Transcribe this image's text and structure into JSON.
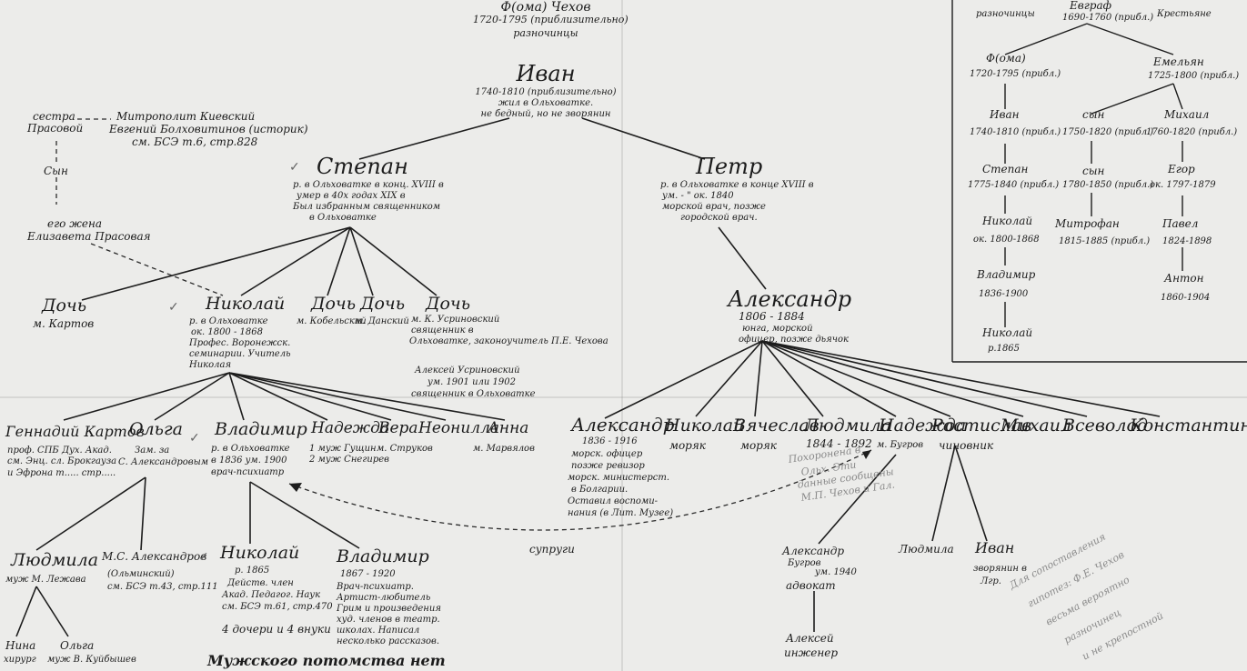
{
  "top": {
    "ancestor_name": "Ф(ома) Чехов",
    "ancestor_dates": "1720-1795 (приблизительно)",
    "ancestor_class": "разночинцы",
    "ivan_name": "Иван",
    "ivan_note": [
      "1740-1810 (приблизительно)",
      "жил в Ольховатке.",
      "не бедный, но не зворянин"
    ]
  },
  "left_note": {
    "sestra": [
      "сестра",
      "Прасовой"
    ],
    "metropolit": [
      "Митрополит Киевский",
      "Евгений Болховитинов (историк)",
      "см. БСЭ т.6, стр.828"
    ],
    "son": "Сын",
    "wife": [
      "его жена",
      "Елизавета Прасовая"
    ]
  },
  "stepan": {
    "name": "Степан",
    "note": [
      "р. в Ольховатке в конц. XVIII в",
      "умер в 40х годах XIX в",
      "Был избранным священником",
      "в Ольховатке"
    ]
  },
  "petr": {
    "name": "Петр",
    "note": [
      "р. в Ольховатке в конце XVIII в",
      "ум. -      \"      ок. 1840",
      "морской врач, позже",
      "городской врач."
    ]
  },
  "gen3_left": [
    {
      "name": "Дочь",
      "note": [
        "м. Картов"
      ]
    },
    {
      "name": "Николай",
      "note": [
        "р. в Ольховатке",
        "ок. 1800 - 1868",
        "Профес. Воронежск.",
        "семинарии. Учитель",
        "Николая"
      ]
    },
    {
      "name": "Дочь",
      "note": [
        "м. Кобельский"
      ]
    },
    {
      "name": "Дочь",
      "note": [
        "м. Данский"
      ]
    },
    {
      "name": "Дочь",
      "note": [
        "м. К. Усриновский",
        "священник в",
        "Ольховатке, законоучитель П.Е. Чехова"
      ]
    }
  ],
  "alexei_usr": [
    "Алексей Усриновский",
    "ум. 1901 или 1902",
    "священник в Ольховатке"
  ],
  "alexander_sr": {
    "name": "Александр",
    "note": [
      "1806 - 1884",
      "юнга, морской",
      "офицер, позже дьячок"
    ]
  },
  "nikolai_children": [
    {
      "name": "Геннадий Картов",
      "note": [
        "проф. СПБ Дух. Акад.",
        "см. Энц. сл. Брокгауза",
        "и Эфрона т..... стр....."
      ]
    },
    {
      "name": "Ольга",
      "note": [
        "Зам. за",
        "С. Александровым"
      ]
    },
    {
      "name": "Владимир",
      "note": [
        "р. в Ольховатке",
        "в 1836 ум. 1900",
        "врач-психиатр"
      ]
    },
    {
      "name": "Надежда",
      "note": [
        "1 муж Гущин",
        "2 муж Снегирев"
      ]
    },
    {
      "name": "Вера",
      "note": [
        "м. Струков"
      ]
    },
    {
      "name": "Неонилла",
      "note": []
    },
    {
      "name": "Анна",
      "note": [
        "м. Марвялов"
      ]
    }
  ],
  "alexander_children": [
    {
      "name": "Александр",
      "note": [
        "1836 - 1916",
        "морск. офицер",
        "позже ревизор",
        "морск. министерст.",
        "в Болгарии.",
        "Оставил воспоми-",
        "нания (в Лит. Музее)"
      ]
    },
    {
      "name": "Николай",
      "note": [
        "моряк"
      ]
    },
    {
      "name": "Вячеслав",
      "note": [
        "моряк"
      ]
    },
    {
      "name": "Людмила",
      "note": [
        "1844 - 1892"
      ]
    },
    {
      "name": "Надежда",
      "note": [
        "м. Бугров"
      ]
    },
    {
      "name": "Ростислав",
      "note": [
        "чиновник"
      ]
    },
    {
      "name": "Михаил",
      "note": []
    },
    {
      "name": "Всеволод",
      "note": []
    },
    {
      "name": "Константин",
      "note": []
    }
  ],
  "spouses_label": "супруги",
  "pencil_note": [
    "Похоронена в",
    "Ольх. Эти",
    "данные сообщены",
    "М.П. Чехов и Гал."
  ],
  "olga_children": [
    {
      "name": "Людмила",
      "note": [
        "муж М. Лежава"
      ]
    },
    {
      "name": "М.С. Александров",
      "note": [
        "(Ольминский)",
        "см. БСЭ т.43, стр.111"
      ]
    }
  ],
  "vladimir_children": [
    {
      "name": "Николай",
      "note": [
        "р. 1865",
        "Действ. член",
        "Акад. Педагог. Наук",
        "см. БСЭ т.61, стр.470",
        "4 дочери и 4 внуки"
      ]
    },
    {
      "name": "Владимир",
      "note": [
        "1867 - 1920",
        "Врач-психиатр.",
        "Артист-любитель",
        "Грим и произведения",
        "худ. членов в театр.",
        "школах. Написал",
        "несколько рассказов."
      ]
    }
  ],
  "ludmila_children": [
    {
      "name": "Нина",
      "note": [
        "хирург"
      ]
    },
    {
      "name": "Ольга",
      "note": [
        "муж В. Куйбышев"
      ]
    }
  ],
  "bottom_line": "Мужского потомства нет",
  "nadezhda_child": {
    "name": "Александр",
    "note": [
      "Бугров",
      "ум. 1940",
      "адвокат"
    ]
  },
  "alexei_eng": [
    "Алексей",
    "инженер"
  ],
  "rostislav_children": [
    {
      "name": "Людмила",
      "note": []
    },
    {
      "name": "Иван",
      "note": [
        "зворянин в",
        "Лгр."
      ]
    }
  ],
  "diag_note": [
    "Для сопоставления",
    "гипотез: Ф.Е. Чехов",
    "весьма вероятно",
    "разночинец",
    "и не крепостной"
  ],
  "inset": {
    "top_name": "Евграф",
    "top_dates": "1690-1760 (прибл.)",
    "left_label": "разночинцы",
    "right_label": "Крестьяне",
    "left_col": [
      {
        "name": "Ф(ома)",
        "dates": "1720-1795 (прибл.)"
      },
      {
        "name": "Иван",
        "dates": "1740-1810 (прибл.)"
      },
      {
        "name": "Степан",
        "dates": "1775-1840 (прибл.)"
      },
      {
        "name": "Николай",
        "dates": "ок. 1800-1868"
      },
      {
        "name": "Владимир",
        "dates": "1836-1900"
      },
      {
        "name": "Николай",
        "dates": "р.1865"
      }
    ],
    "mid_col": [
      {
        "name": "сын",
        "dates": "1750-1820 (прибл.)"
      },
      {
        "name": "сын",
        "dates": "1780-1850 (прибл.)"
      },
      {
        "name": "Митрофан",
        "dates": "1815-1885 (прибл.)"
      }
    ],
    "right_col": [
      {
        "name": "Емельян",
        "dates": "1725-1800 (прибл.)"
      },
      {
        "name": "Михаил",
        "dates": "1760-1820 (прибл.)"
      },
      {
        "name": "Егор",
        "dates": "ок. 1797-1879"
      },
      {
        "name": "Павел",
        "dates": "1824-1898"
      },
      {
        "name": "Антон",
        "dates": "1860-1904"
      }
    ]
  }
}
